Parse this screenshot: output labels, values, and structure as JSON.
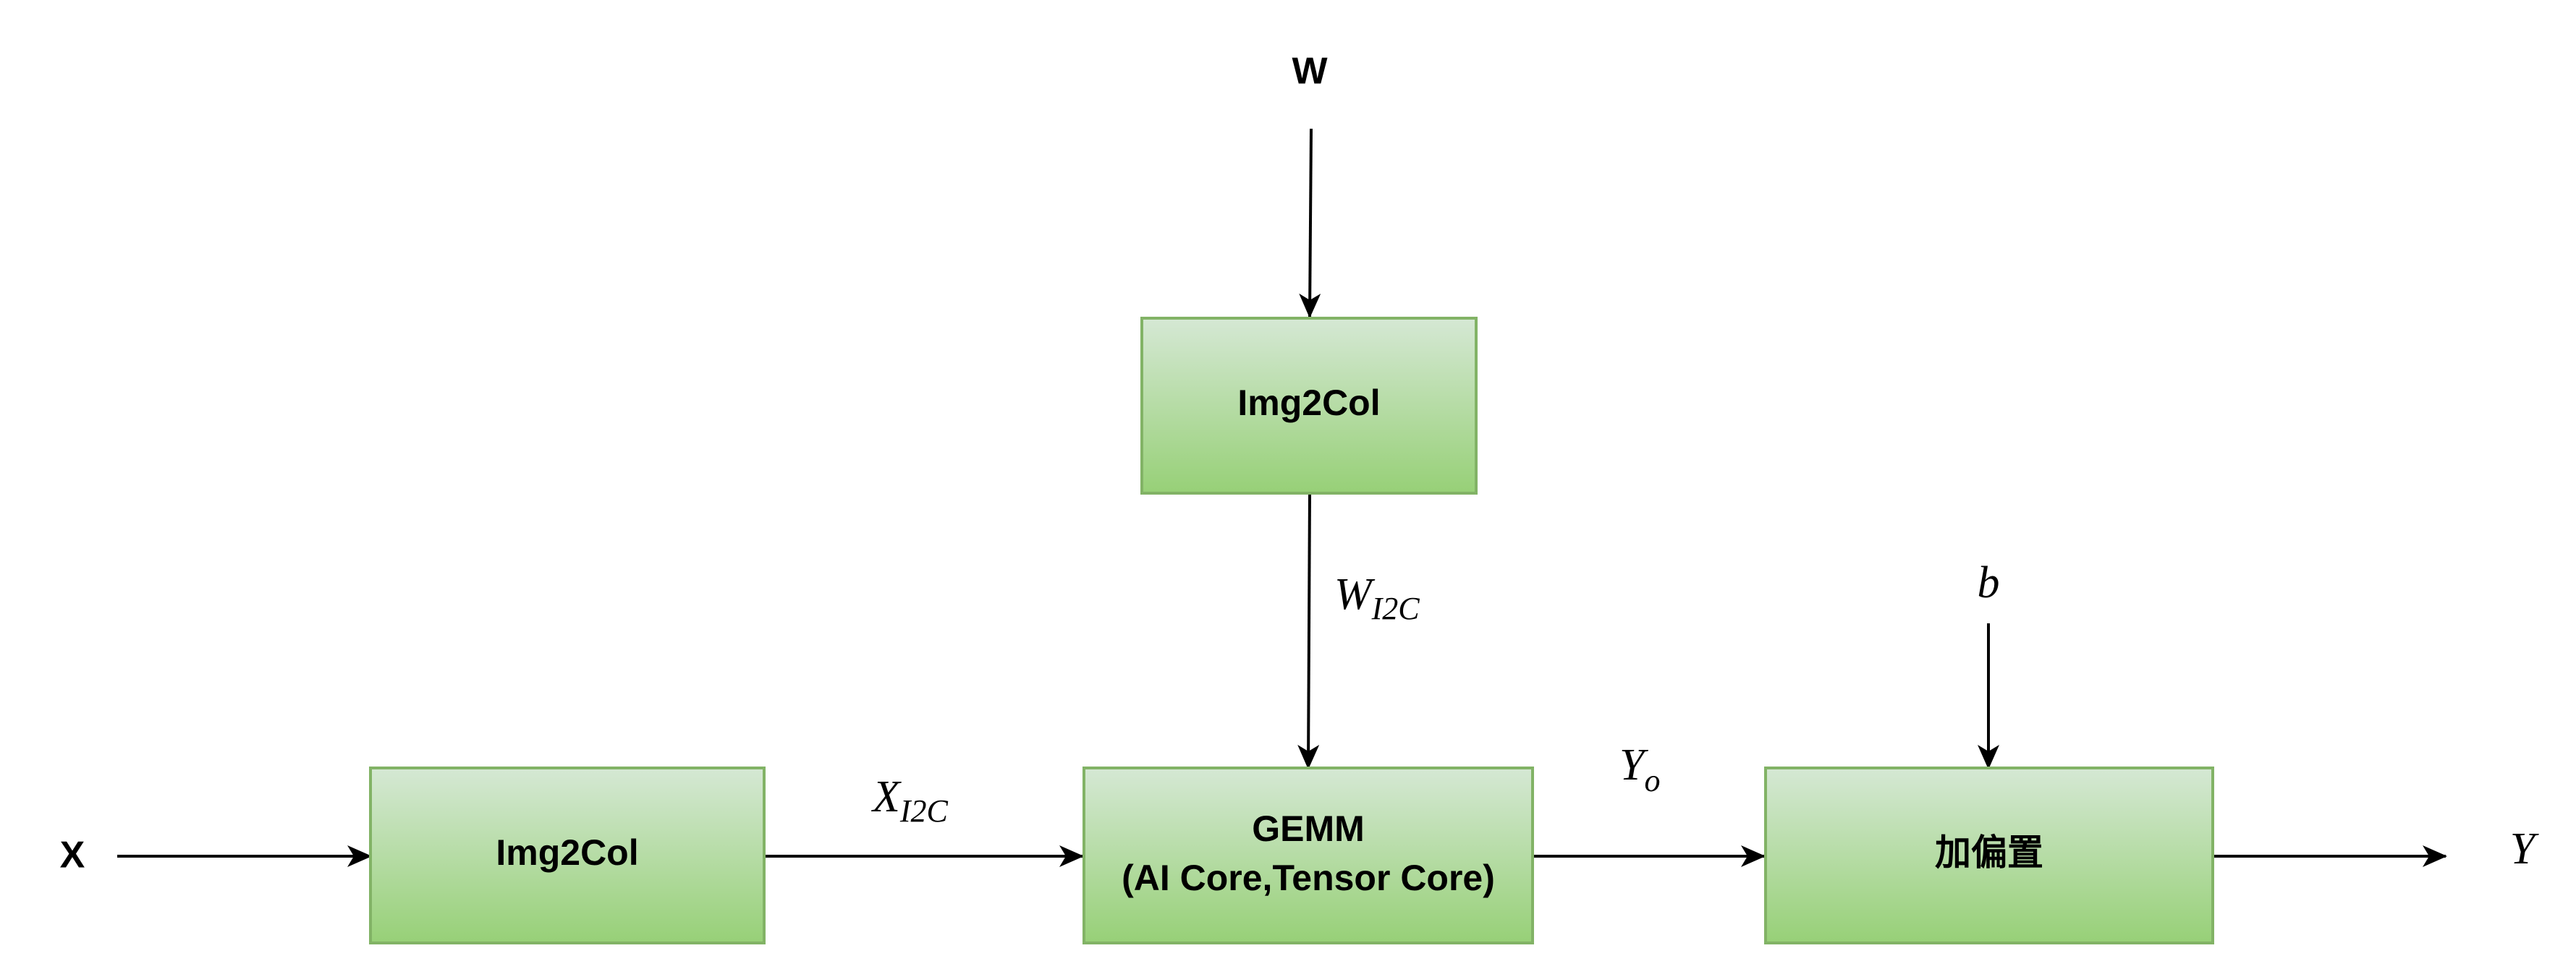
{
  "colors": {
    "box_fill_top": "#d5e8d4",
    "box_fill_bottom": "#97d077",
    "box_stroke": "#82b366",
    "edge": "#000000"
  },
  "inputs": {
    "w_label": "W",
    "x_label": "X",
    "b_label": "b"
  },
  "output": {
    "y_label": "Y"
  },
  "boxes": {
    "img2col_w": "Img2Col",
    "img2col_x": "Img2Col",
    "gemm_line1": "GEMM",
    "gemm_line2": "(AI Core,Tensor Core)",
    "bias": "加偏置"
  },
  "edges": {
    "w_i2c_main": "W",
    "w_i2c_sub": "I2C",
    "x_i2c_main": "X",
    "x_i2c_sub": "I2C",
    "y_o_main": "Y",
    "y_o_sub": "o"
  }
}
